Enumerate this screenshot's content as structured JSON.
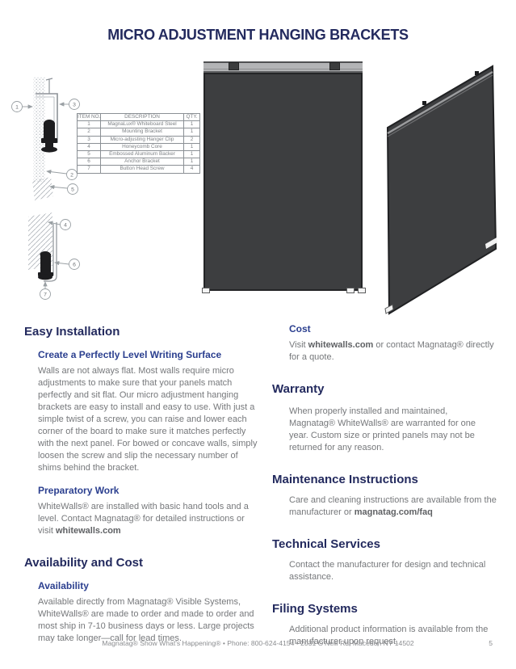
{
  "page": {
    "title": "MICRO ADJUSTMENT HANGING BRACKETS",
    "footer": "Magnatag® Show What's Happening® • Phone: 800-624-4154 • 2031 O'Neill Rd. Macedon NY 14502",
    "page_number": "5"
  },
  "colors": {
    "heading_navy": "#232a5e",
    "subheading_blue": "#2b3f8f",
    "body_gray": "#76787b",
    "panel_dark": "#3d3e40",
    "rail_gray": "#b3b4b6"
  },
  "diagram": {
    "callouts": [
      "1",
      "3",
      "2",
      "5",
      "4",
      "6",
      "7"
    ]
  },
  "parts_table": {
    "headers": [
      "ITEM NO.",
      "DESCRIPTION",
      "QTY."
    ],
    "rows": [
      {
        "item": "1",
        "description": "MagnaLux® Whiteboard Steel",
        "qty": "1"
      },
      {
        "item": "2",
        "description": "Mounting Bracket",
        "qty": "1"
      },
      {
        "item": "3",
        "description": "Micro-adjusting Hanger Clip",
        "qty": "2"
      },
      {
        "item": "4",
        "description": "Honeycomb Core",
        "qty": "1"
      },
      {
        "item": "5",
        "description": "Embossed Aluminum Backer",
        "qty": "1"
      },
      {
        "item": "6",
        "description": "Anchor Bracket",
        "qty": "1"
      },
      {
        "item": "7",
        "description": "Button Head Screw",
        "qty": "4"
      }
    ]
  },
  "left_column": {
    "easy_installation": {
      "heading": "Easy Installation",
      "sub1_heading": "Create a Perfectly Level Writing Surface",
      "sub1_body": "Walls are not always flat. Most walls require micro adjustments to make sure that your panels match perfectly and sit flat. Our micro adjustment hanging brackets are easy to install and easy to use. With just a simple twist of a screw, you can raise and lower each corner of the board to make sure it matches perfectly with the next panel. For bowed or concave walls, simply loosen the screw and slip the necessary number of shims behind the bracket.",
      "sub2_heading": "Preparatory Work",
      "sub2_body_pre": "WhiteWalls® are installed with basic hand tools and a level. Contact Magnatag® for detailed instructions or visit ",
      "sub2_body_bold": "whitewalls.com"
    },
    "availability_and_cost": {
      "heading": "Availability and Cost",
      "sub1_heading": "Availability",
      "sub1_body": "Available directly from Magnatag® Visible Systems, WhiteWalls® are made to order and made to order and most ship in 7-10 business days or less. Large projects may take longer—call for lead times."
    }
  },
  "right_column": {
    "cost": {
      "heading": "Cost",
      "body_pre": "Visit ",
      "body_bold": "whitewalls.com",
      "body_post": " or contact Magnatag® directly for a quote."
    },
    "warranty": {
      "heading": "Warranty",
      "body": "When properly installed and maintained, Magnatag® WhiteWalls® are warranted for one year. Custom size or printed panels may not be returned for any reason."
    },
    "maintenance": {
      "heading": "Maintenance Instructions",
      "body_pre": "Care and cleaning instructions are available from the manufacturer or ",
      "body_bold": "magnatag.com/faq"
    },
    "technical_services": {
      "heading": "Technical Services",
      "body": "Contact the manufacturer for design and technical assistance."
    },
    "filing_systems": {
      "heading": "Filing Systems",
      "body": "Additional product information is available from the manufacturer upon request."
    }
  }
}
